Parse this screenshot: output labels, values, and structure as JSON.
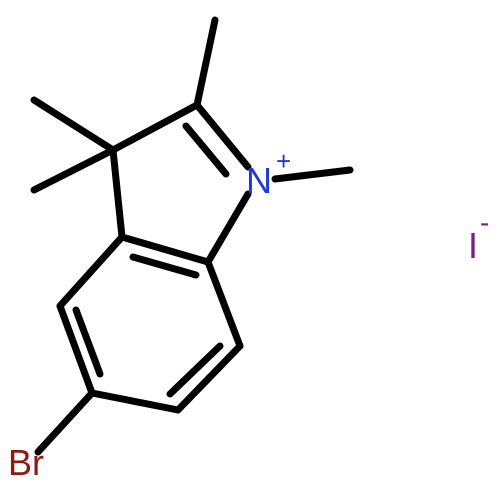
{
  "molecule": {
    "atoms": {
      "nitrogen": {
        "symbol": "N",
        "charge": "+",
        "color": "#1f3bd7"
      },
      "bromine": {
        "symbol": "Br",
        "color": "#8a1a12"
      }
    },
    "counterion": {
      "symbol": "I",
      "charge": "-",
      "color": "#7a1f8a"
    }
  }
}
